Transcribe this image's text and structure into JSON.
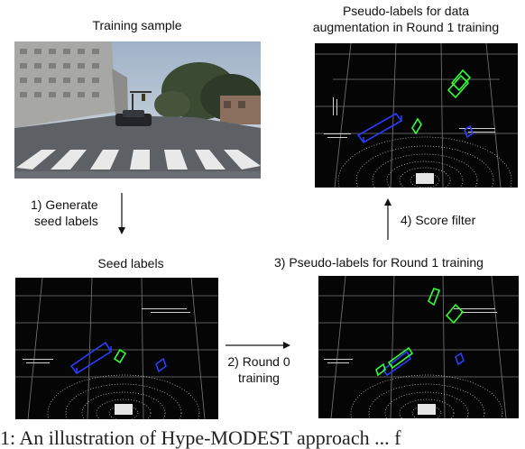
{
  "labels": {
    "training_sample": "Training sample",
    "pseudo_round1_line1": "Pseudo-labels for data",
    "pseudo_round1_line2": "augmentation in Round 1 training",
    "generate_line1": "1) Generate",
    "generate_line2": "seed labels",
    "score_filter": "4) Score filter",
    "seed_labels": "Seed labels",
    "pseudo_labels_round1_training": "3) Pseudo-labels for Round 1 training",
    "round0_line1": "2) Round 0",
    "round0_line2": "training"
  },
  "caption": "1: An illustration of Hype-MODEST approach ... f",
  "colors": {
    "box_blue": "#2a3cff",
    "box_green": "#33ff33",
    "lidar_bg": "#050505",
    "text": "#111111"
  }
}
